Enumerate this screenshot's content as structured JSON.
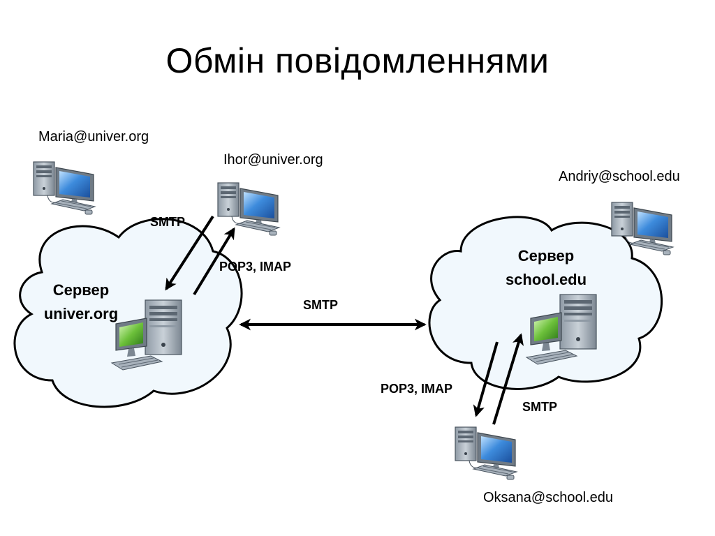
{
  "title": "Обмін повідомленнями",
  "users": {
    "maria": "Maria@univer.org",
    "ihor": "Ihor@univer.org",
    "andriy": "Andriy@school.edu",
    "oksana": "Oksana@school.edu"
  },
  "servers": {
    "univer": {
      "line1": "Сервер",
      "line2": "univer.org"
    },
    "school": {
      "line1": "Сервер",
      "line2": "school.edu"
    }
  },
  "protocols": {
    "ihor_smtp": "SMTP",
    "ihor_pop": "POP3, IMAP",
    "server_smtp": "SMTP",
    "oksana_pop": "POP3, IMAP",
    "oksana_smtp": "SMTP"
  },
  "colors": {
    "cloud_fill": "#f1f8fd",
    "outline": "#000000",
    "workstation_monitor": "#3d8bdc",
    "server_monitor": "#6cc03a"
  }
}
